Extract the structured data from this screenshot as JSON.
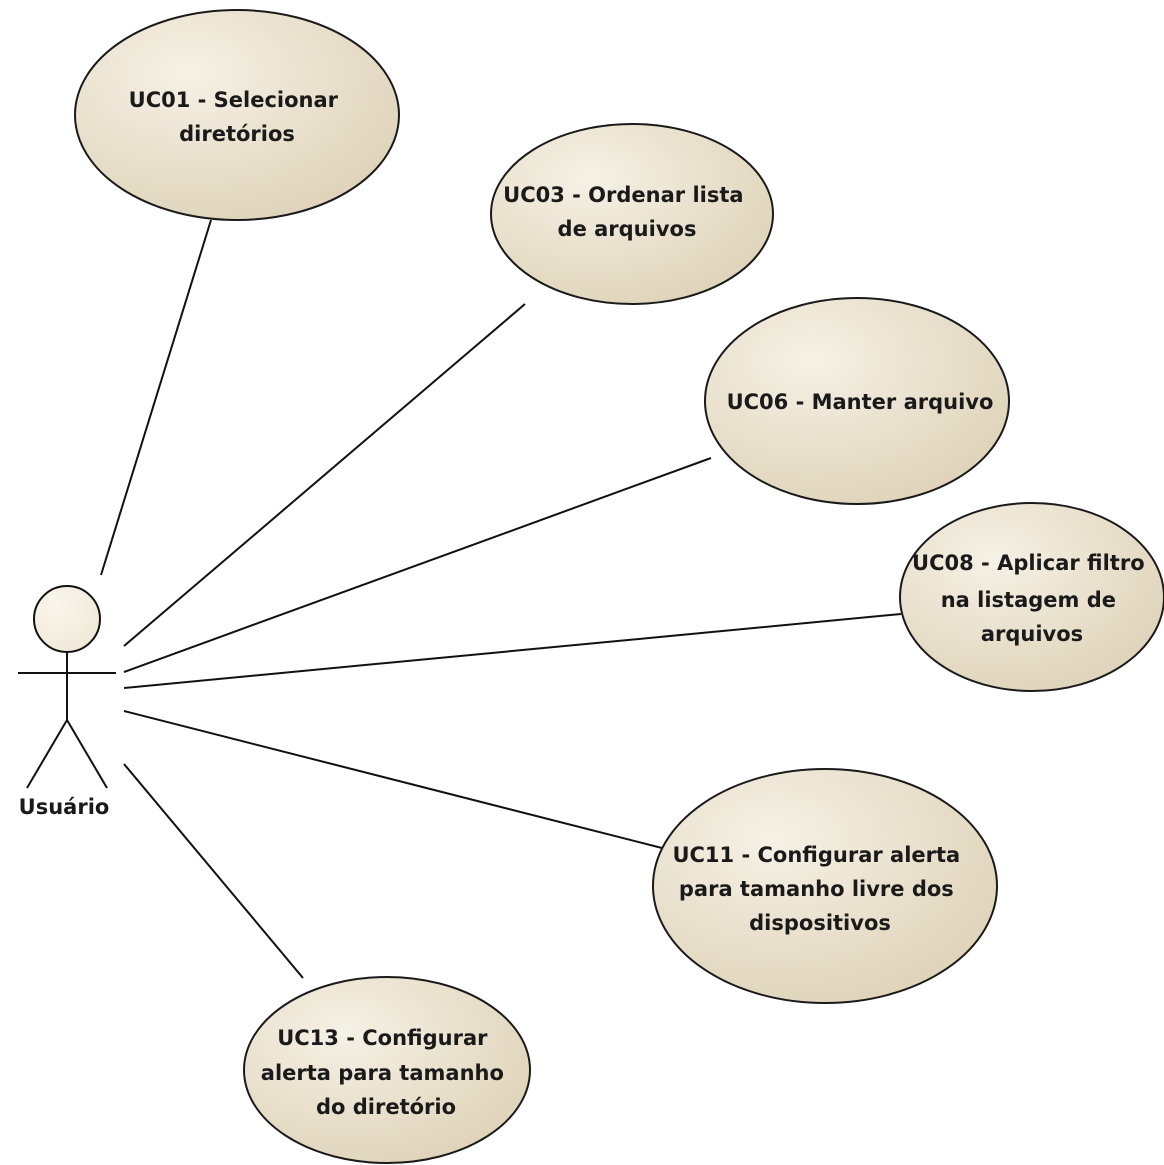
{
  "colors": {
    "use_case_fill_light": "#f6f1e6",
    "use_case_fill_dark": "#dcd0b4",
    "line": "#111111",
    "actor_head_fill": "#efe7d5"
  },
  "actor": {
    "label": "Usuário"
  },
  "use_cases": [
    {
      "id": "uc01",
      "lines": [
        "UC01 - Selecionar",
        "diretórios"
      ]
    },
    {
      "id": "uc03",
      "lines": [
        "UC03 - Ordenar lista",
        "de arquivos"
      ]
    },
    {
      "id": "uc06",
      "lines": [
        "UC06 - Manter arquivo"
      ]
    },
    {
      "id": "uc08",
      "lines": [
        "UC08 - Aplicar filtro",
        "na listagem de",
        "arquivos"
      ]
    },
    {
      "id": "uc11",
      "lines": [
        "UC11 - Configurar alerta",
        "para tamanho livre dos",
        "dispositivos"
      ]
    },
    {
      "id": "uc13",
      "lines": [
        "UC13 - Configurar",
        "alerta para tamanho",
        "do diretório"
      ]
    }
  ]
}
